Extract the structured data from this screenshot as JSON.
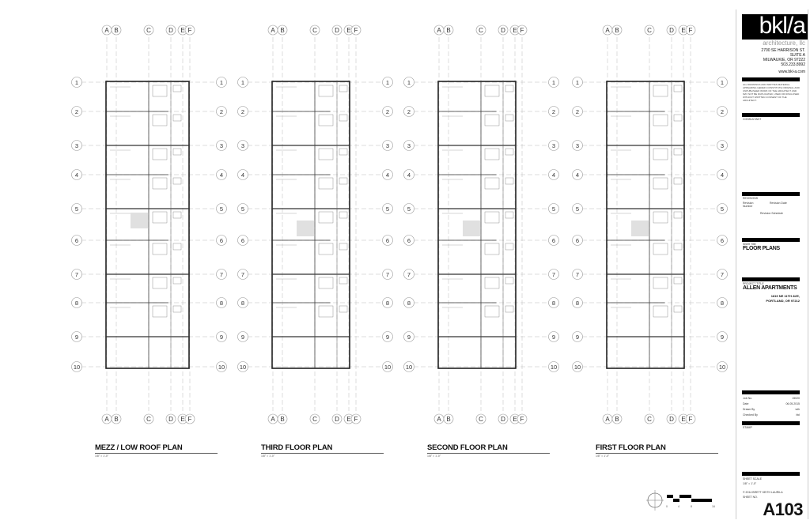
{
  "grid": {
    "columns": [
      "A",
      "B",
      "C",
      "D",
      "E",
      "F"
    ],
    "rows": [
      "1",
      "2",
      "3",
      "4",
      "5",
      "6",
      "7",
      "8",
      "9",
      "10"
    ]
  },
  "plans": [
    {
      "title": "MEZZ / LOW ROOF PLAN",
      "scale": "1/8\" = 1'-0\""
    },
    {
      "title": "THIRD FLOOR PLAN",
      "scale": "1/8\" = 1'-0\""
    },
    {
      "title": "SECOND FLOOR PLAN",
      "scale": "1/8\" = 1'-0\""
    },
    {
      "title": "FIRST FLOOR PLAN",
      "scale": "1/8\" = 1'-0\""
    }
  ],
  "scale_bar": {
    "ticks": [
      "0",
      "4",
      "8",
      "16"
    ]
  },
  "title_block": {
    "logo": "bkl/a",
    "logo_sub": "architecture, llc",
    "address": [
      "2700 SE HARRISON ST.",
      "SUITE A",
      "MILWAUKIE, OR 97222",
      "503.233.8992"
    ],
    "website": "www.bkl-a.com",
    "notice": "ALL DRAWINGS AND WRITTEN MATERIAL APPEARING HEREIN CONSTITUTE ORIGINAL AND UNPUBLISHED WORK OF THE ARCHITECT AND MAY NOT BE DUPLICATED, USED OR DISCLOSED WITHOUT WRITTEN CONSENT OF THE ARCHITECT.",
    "consultant_label": "CONSULTANT",
    "revisions_label": "REVISIONS",
    "revision_number": "Revision Number",
    "revision_date": "Revision Date",
    "revision_schedule": "Revision Schedule",
    "sheet_title_label": "Sheet Title",
    "sheet_title": "FLOOR PLANS",
    "project_title_label": "PROJECT TITLE",
    "project_title": "ALLEN APARTMENTS",
    "project_address": "1819 NE 11TH AVE, PORTLAND, OR 97212",
    "info": [
      {
        "label": "Job No.",
        "value": "15020"
      },
      {
        "label": "Date",
        "value": "06.05.2015"
      },
      {
        "label": "Drawn By",
        "value": "wth"
      },
      {
        "label": "Checked By",
        "value": "bkl"
      }
    ],
    "stamp_label": "STAMP",
    "sheet_scale_label": "SHEET SCALE",
    "sheet_scale": "1/8\" = 1'-0\"",
    "copyright": "© 2014 BRETT KEITH LAURILA",
    "sheet_no_label": "SHEET NO.",
    "sheet_no": "A103"
  }
}
